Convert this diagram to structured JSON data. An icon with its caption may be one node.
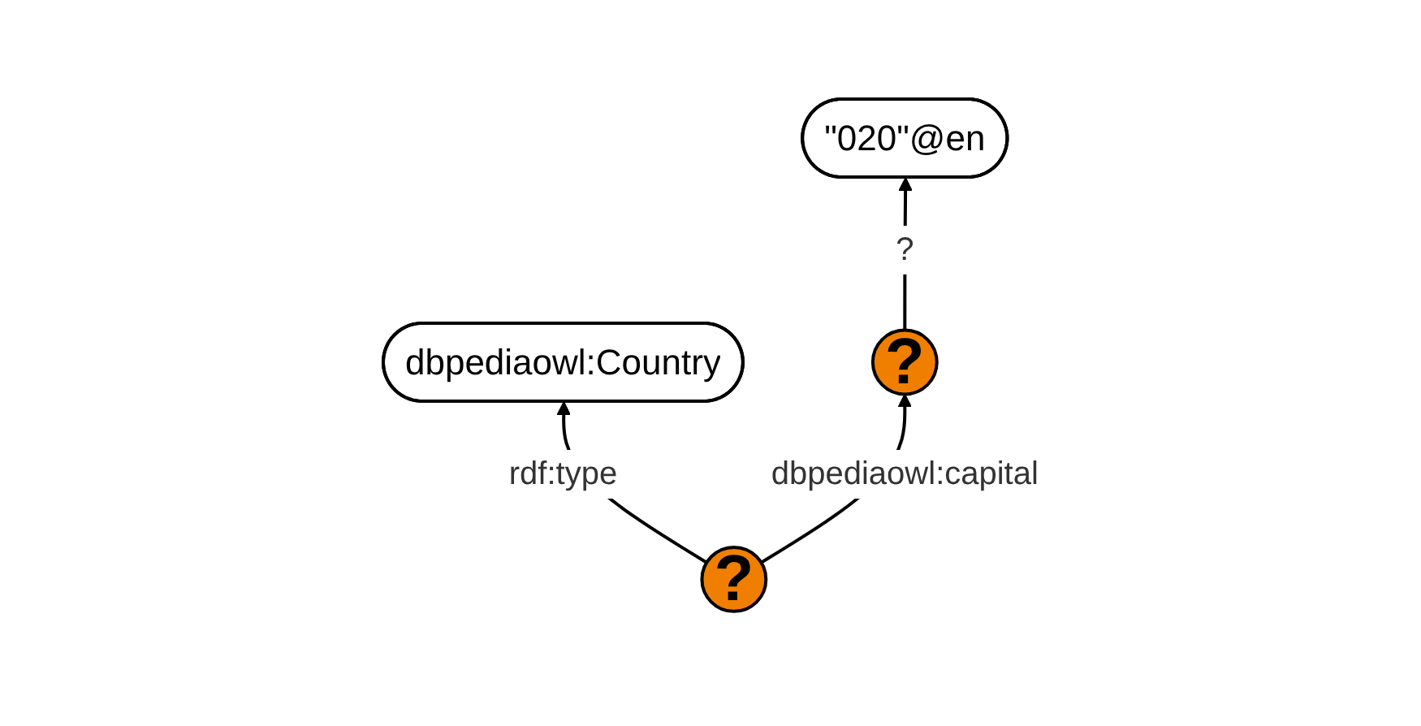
{
  "diagram": {
    "nodes": [
      {
        "text": [
          "dbpediaowl:Country"
        ]
      },
      {
        "text": [
          "\"020\"@en"
        ]
      },
      {
        "text": [
          "?"
        ]
      },
      {
        "text": [
          "?"
        ]
      }
    ],
    "edges": [
      {
        "from": 2,
        "to": 0,
        "arrow": "to",
        "label": "rdf:type"
      },
      {
        "from": 3,
        "to": 1,
        "arrow": "to",
        "label": "?"
      },
      {
        "from": 2,
        "to": 3,
        "arrow": "to",
        "label": "dbpediaowl:capital"
      }
    ]
  }
}
